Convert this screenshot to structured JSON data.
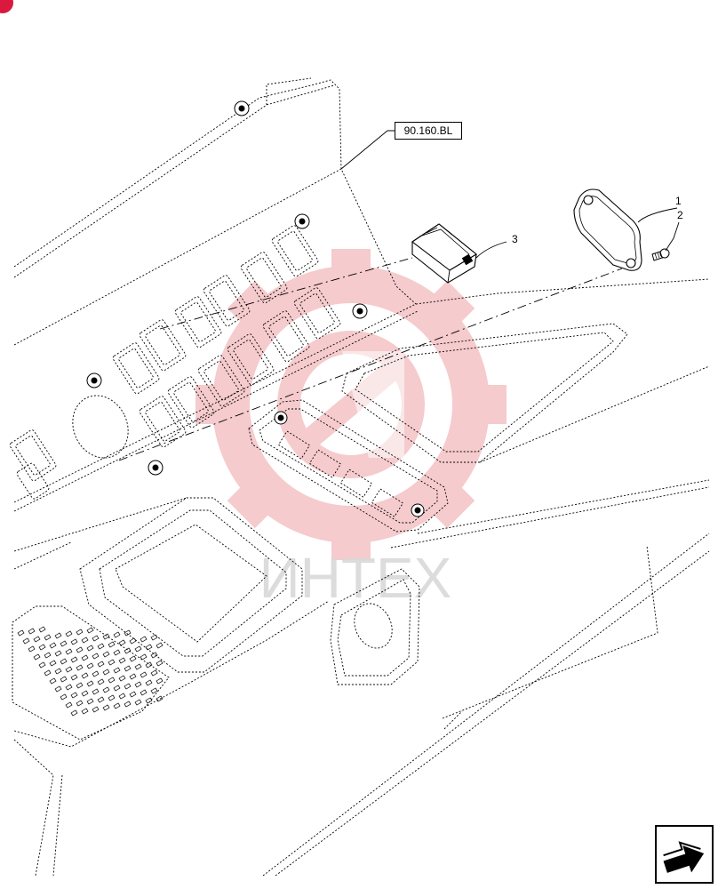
{
  "diagram": {
    "reference_label": "90.160.BL",
    "callouts": [
      {
        "id": "1",
        "part": "cover-plate"
      },
      {
        "id": "2",
        "part": "screw"
      },
      {
        "id": "3",
        "part": "switch-plug"
      }
    ],
    "watermark_text": "ИНТЕХ",
    "colors": {
      "line": "#000000",
      "watermark": "#f2b4b8",
      "watermark_text": "#d8d8d8",
      "badge": "#d9193d"
    }
  },
  "icons": [
    "next-page-arrow-icon"
  ]
}
